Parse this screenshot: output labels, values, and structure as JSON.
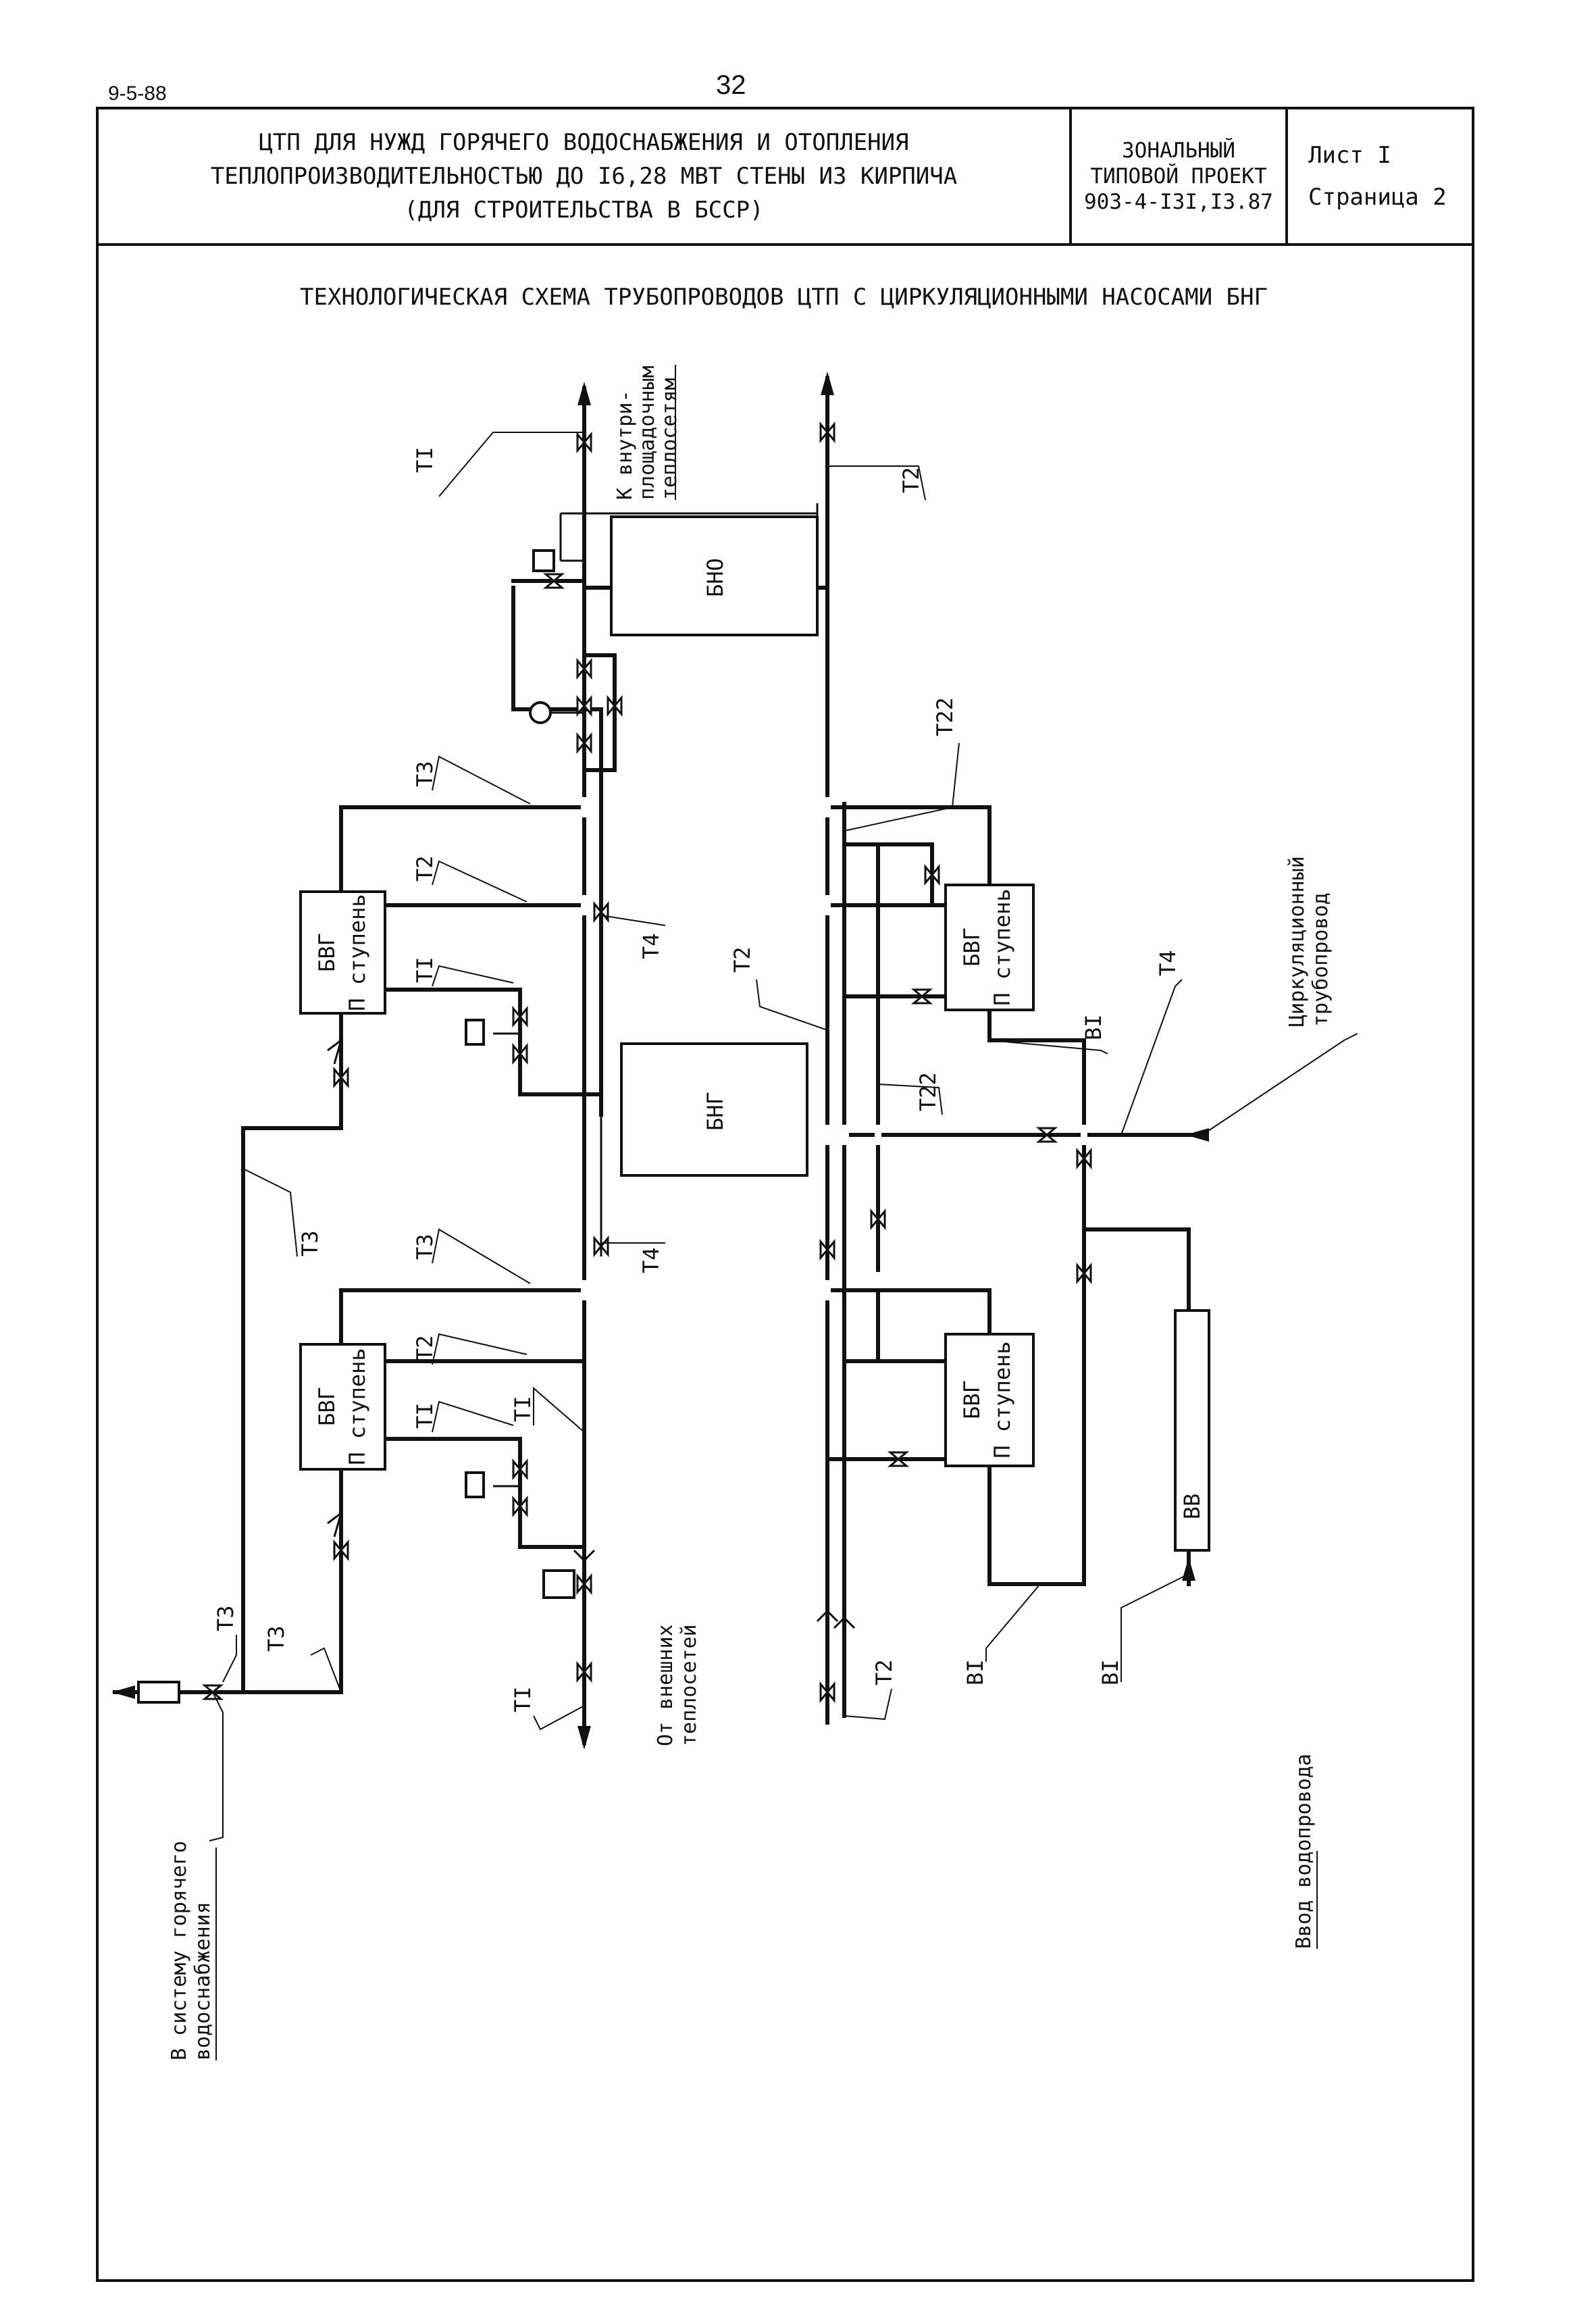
{
  "header": {
    "doc_code": "9-5-88",
    "page_number": "32"
  },
  "title_block": {
    "title_lines": [
      "ЦТП ДЛЯ НУЖД ГОРЯЧЕГО ВОДОСНАБЖЕНИЯ И ОТОПЛЕНИЯ",
      "ТЕПЛОПРОИЗВОДИТЕЛЬНОСТЬЮ ДО I6,28 МВТ  СТЕНЫ ИЗ КИРПИЧА",
      "(ДЛЯ СТРОИТЕЛЬСТВА В БССР)"
    ],
    "project_lines": [
      "ЗОНАЛЬНЫЙ",
      "ТИПОВОЙ ПРОЕКТ",
      "903-4-I3I,I3.87"
    ],
    "sheet_label": "Лист  I",
    "page_label": "Страница 2"
  },
  "scheme": {
    "title": "ТЕХНОЛОГИЧЕСКАЯ СХЕМА ТРУБОПРОВОДОВ ЦТП С ЦИРКУЛЯЦИОННЫМИ НАСОСАМИ БНГ",
    "equipment": {
      "bno": "БНО",
      "bng": "БНГ",
      "bvg_name": "БВГ",
      "bvg_stage": "П ступень",
      "vv": "ВВ"
    },
    "pipe_labels": {
      "t1": "ТI",
      "t2": "Т2",
      "t3": "Т3",
      "t4": "Т4",
      "t22": "Т22",
      "b1": "ВI"
    },
    "notes": {
      "to_networks": [
        "К внутри-",
        "площадочным",
        "теплосетям"
      ],
      "circulation": [
        "Циркуляционный",
        "трубопровод"
      ],
      "from_networks": [
        "От внешних",
        "теплосетей"
      ],
      "to_hot_water": [
        "В систему горячего",
        "водоснабжения"
      ],
      "water_inlet": "Ввод водопровода"
    }
  }
}
